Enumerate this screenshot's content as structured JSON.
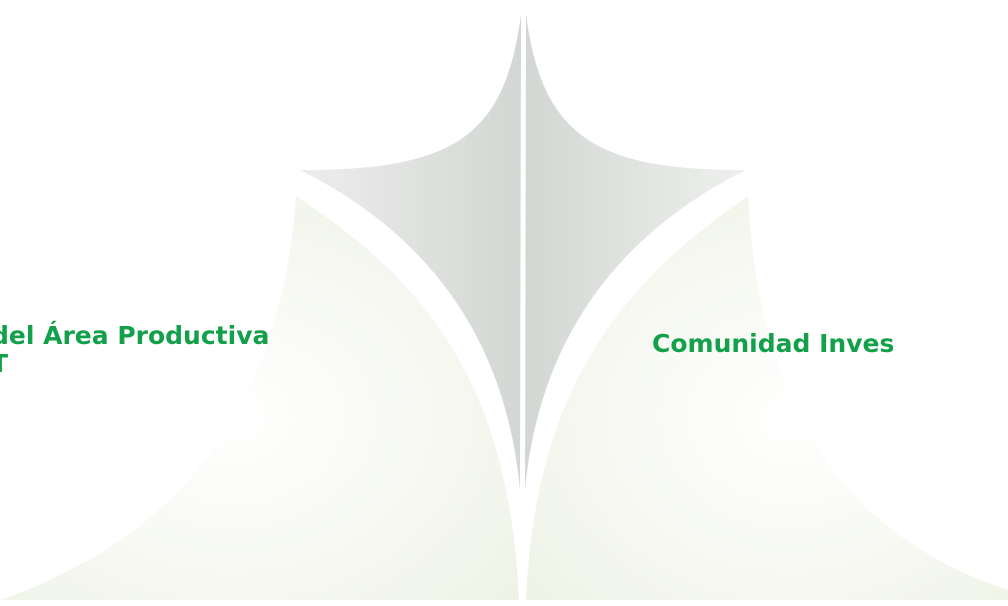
{
  "left_panel": {
    "line1": "del Área Productiva",
    "line2": "T"
  },
  "right_panel": {
    "title": "Comunidad Inves"
  },
  "colors": {
    "text_green": "#12a04a",
    "leaf_gray": "#d9dcd9",
    "leaf_light": "#f4f7ee"
  }
}
